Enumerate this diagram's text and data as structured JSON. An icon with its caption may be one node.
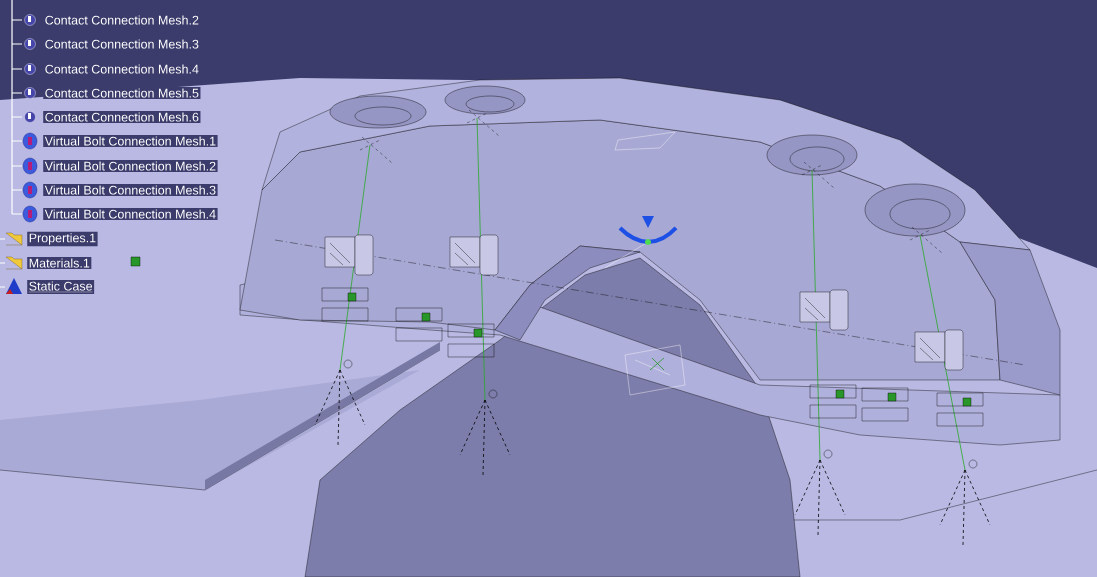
{
  "diagram": {
    "labels": [
      "Contact Connection Mesh.2",
      "Contact Connection Mesh.3",
      "Contact Connection Mesh.4",
      "Contact Connection Mesh.5",
      "Contact Connection Mesh.6",
      "Virtual Bolt Connection Mesh.1",
      "Virtual Bolt Connection Mesh.2",
      "Virtual Bolt Connection Mesh.3",
      "Virtual Bolt Connection Mesh.4",
      "Properties.1",
      "Materials.1",
      "Static Case"
    ]
  }
}
